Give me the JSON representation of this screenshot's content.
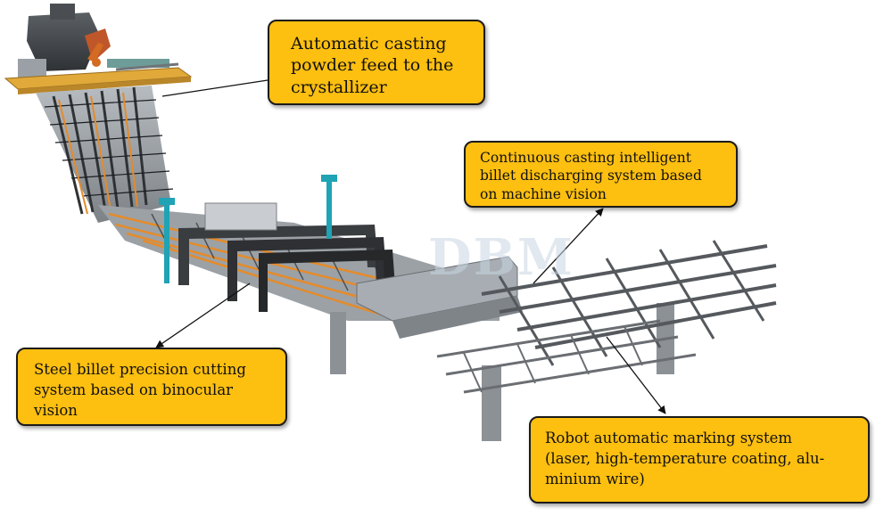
{
  "watermark": "DBM",
  "callouts": {
    "powder_feed": "Automatic casting\npowder feed to the\ncrystallizer",
    "discharging": "Continuous casting intelligent\nbillet discharging system based\non machine vision",
    "cutting": "Steel billet precision cutting\nsystem based on binocular\nvision",
    "marking": "Robot automatic marking system\n(laser, high-temperature coating, alu-\nminium wire)"
  },
  "colors": {
    "callout_fill": "#fdbf10",
    "callout_border": "#1a1a1a",
    "structure_grey": "#8c9196",
    "frame_dark": "#3a3d40",
    "billet_orange": "#e58b2a",
    "accent_teal": "#1fa3b5",
    "platform_yellow": "#e0a93a"
  }
}
